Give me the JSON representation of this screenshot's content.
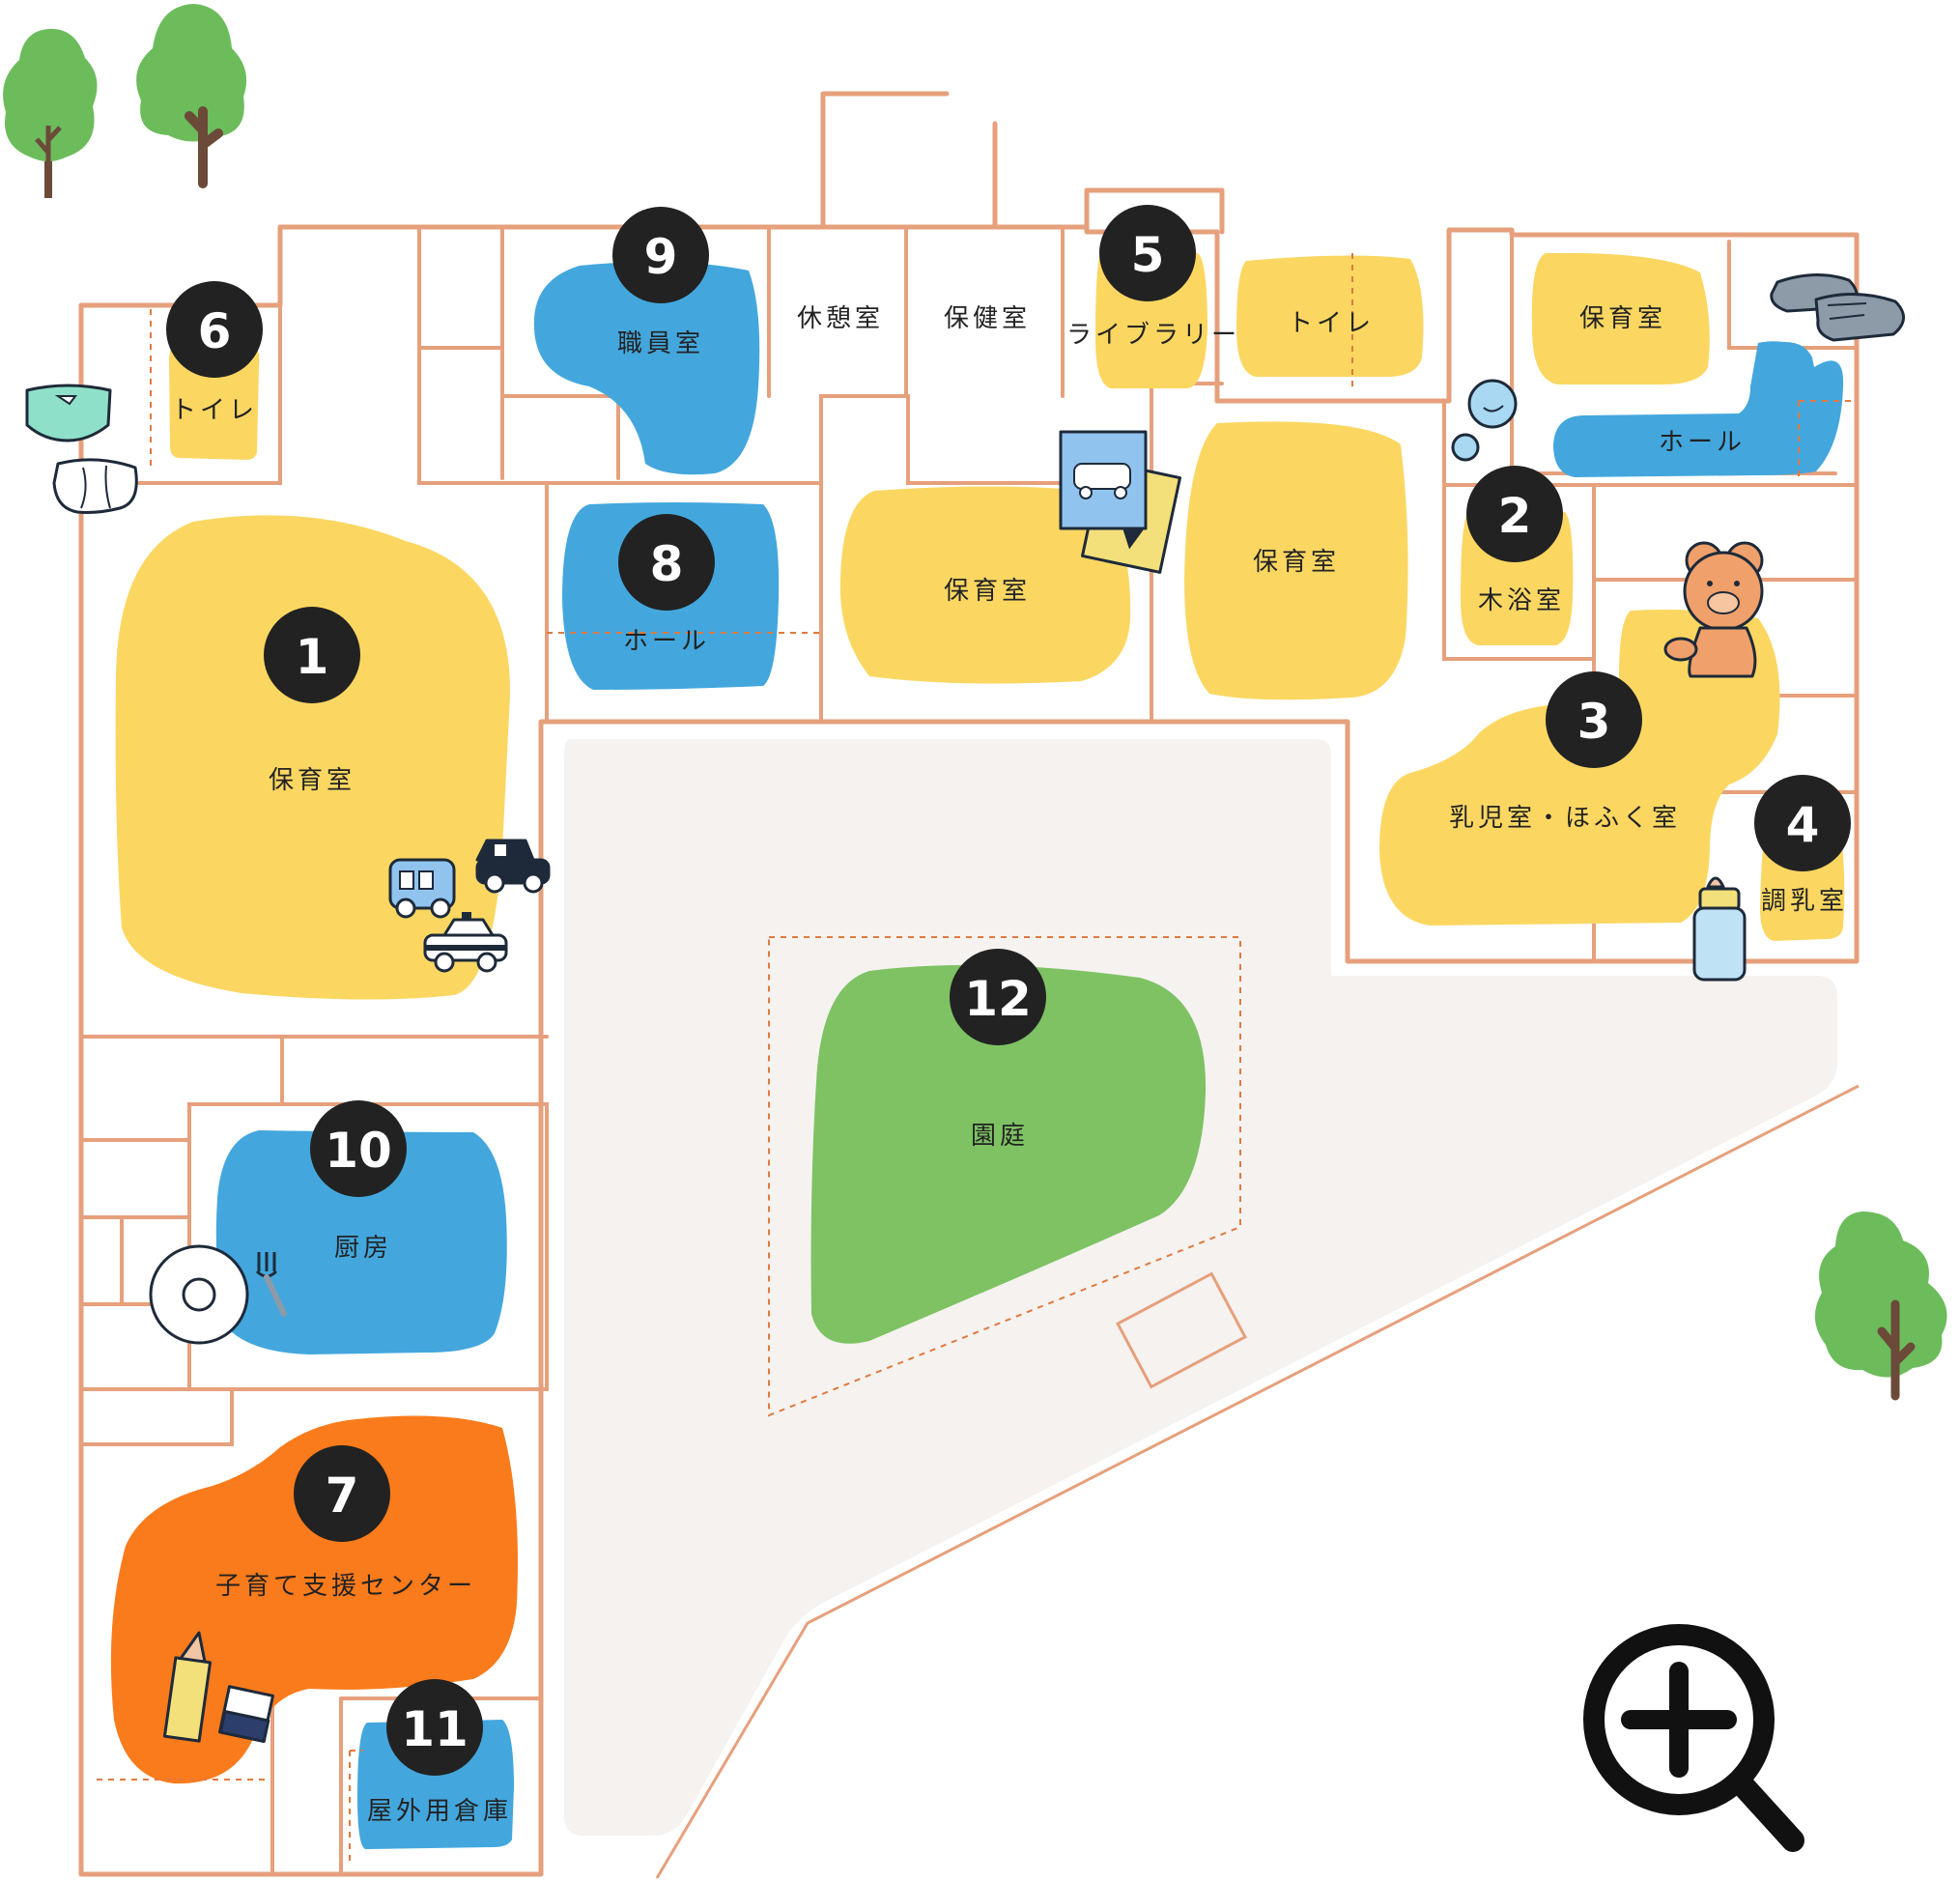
{
  "colors": {
    "room_yellow": "#fbd762",
    "room_blue": "#43a7dd",
    "room_orange": "#fa7b1c",
    "garden_green": "#7ec264",
    "courtyard": "#f5f2ef",
    "wall": "#e6a07c",
    "badge": "#222222",
    "tree_green": "#6cbc5c",
    "tree_trunk": "#6b4a3a"
  },
  "rooms": [
    {
      "num": "1",
      "label": "保育室",
      "color": "yellow"
    },
    {
      "num": "2",
      "label": "木浴室",
      "color": "yellow"
    },
    {
      "num": "3",
      "label": "乳児室・ほふく室",
      "color": "yellow"
    },
    {
      "num": "4",
      "label": "調乳室",
      "color": "yellow"
    },
    {
      "num": "5",
      "label": "ライブラリー",
      "color": "yellow"
    },
    {
      "num": "6",
      "label": "トイレ",
      "color": "yellow"
    },
    {
      "num": "7",
      "label": "子育て支援センター",
      "color": "orange"
    },
    {
      "num": "8",
      "label": "ホール",
      "color": "blue"
    },
    {
      "num": "9",
      "label": "職員室",
      "color": "blue"
    },
    {
      "num": "10",
      "label": "厨房",
      "color": "blue"
    },
    {
      "num": "11",
      "label": "屋外用倉庫",
      "color": "blue"
    },
    {
      "num": "12",
      "label": "園庭",
      "color": "green"
    }
  ],
  "extra_labels": {
    "rest": "休憩室",
    "health": "保健室",
    "toilet_top": "トイレ",
    "nursery_tr": "保育室",
    "hall_tr": "ホール",
    "nursery_mid1": "保育室",
    "nursery_mid2": "保育室"
  },
  "icons": [
    "tree-icon",
    "diaper-icon",
    "shoes-icon",
    "picture-book-icon",
    "bubbles-icon",
    "teddy-bear-icon",
    "baby-bottle-icon",
    "toy-bus-icon",
    "toy-car-icon",
    "police-car-icon",
    "plate-icon",
    "fork-icon",
    "pencil-icon",
    "eraser-icon",
    "zoom-in-icon"
  ]
}
